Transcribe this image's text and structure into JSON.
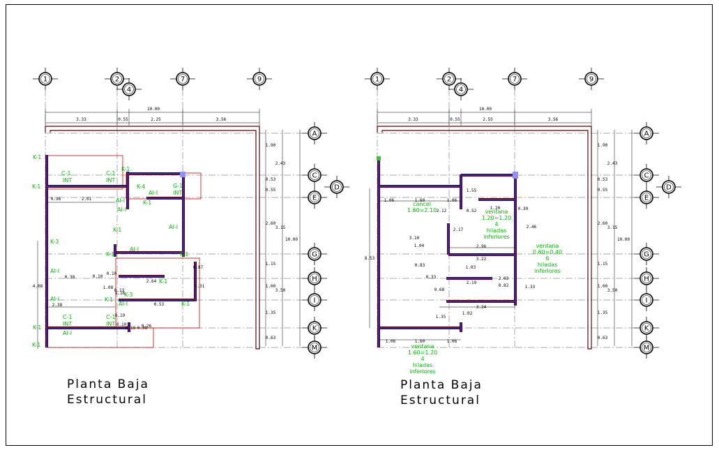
{
  "drawings": [
    {
      "title_line1": "Planta Baja",
      "title_line2": "Estructural",
      "grid_cols": [
        "1",
        "2",
        "4",
        "7",
        "9"
      ],
      "grid_rows": [
        "A",
        "C",
        "D",
        "E",
        "G",
        "H",
        "I",
        "K",
        "M"
      ],
      "overall_dim": "10.00",
      "top_dims": [
        "3.33",
        "0.55",
        "2.25",
        "3.56"
      ],
      "right_dims": [
        "1.90",
        "2.43",
        "0.53",
        "0.55",
        "2.60",
        "3.15",
        "10.00",
        "1.15",
        "1.00",
        "3.50",
        "1.35",
        "0.63"
      ],
      "left_dims": [
        "4.08",
        "2.38"
      ],
      "inner_dims": [
        "0.96",
        "2.01",
        "2.64",
        "0.53",
        "0.10",
        "0.19",
        "0.18",
        "0.38",
        "1.31",
        "0.87",
        "0.13",
        "1.08",
        "1.16",
        "0.10",
        "0.26",
        "0.30",
        "0.10"
      ],
      "labels": [
        "K-1",
        "K-1",
        "K-1",
        "K-1",
        "K-1",
        "K-1",
        "K-1",
        "K-1",
        "K-1",
        "K-1",
        "K-1",
        "K-3",
        "K-3",
        "C-1",
        "INT",
        "C-1",
        "INT",
        "C-1",
        "INT",
        "C-1",
        "INT",
        "G-1",
        "INT",
        "AI-I",
        "AI-I",
        "AI-I",
        "AI-I",
        "AI-I",
        "AI-I",
        "AI-I",
        "AI-I",
        "AI-I",
        "K-4",
        "K-1"
      ]
    },
    {
      "title_line1": "Planta Baja",
      "title_line2": "Estructural",
      "grid_cols": [
        "1",
        "2",
        "4",
        "7",
        "9"
      ],
      "grid_rows": [
        "A",
        "C",
        "D",
        "E",
        "G",
        "H",
        "I",
        "K",
        "M"
      ],
      "overall_dim": "10.00",
      "top_dims": [
        "3.33",
        "0.55",
        "2.55",
        "3.56"
      ],
      "right_dims": [
        "1.90",
        "2.43",
        "0.53",
        "0.55",
        "2.60",
        "3.15",
        "10.00",
        "1.15",
        "1.00",
        "3.50",
        "1.35",
        "0.63"
      ],
      "left_dims": [
        "8.53"
      ],
      "inner_dims": [
        "1.06",
        "1.60",
        "1.06",
        "1.55",
        "1.20",
        "0.39",
        "0.52",
        "2.12",
        "2.17",
        "2.46",
        "3.10",
        "1.04",
        "2.96",
        "3.22",
        "0.83",
        "1.03",
        "0.33",
        "0.68",
        "2.19",
        "2.03",
        "0.82",
        "1.33",
        "3.24",
        "1.02",
        "1.35",
        "1.06",
        "1.60",
        "1.06"
      ],
      "annotations": [
        {
          "lines": [
            "cancel",
            "1.60=2.10"
          ]
        },
        {
          "lines": [
            "ventana",
            "1.20=1.20",
            "4",
            "hiladas",
            "inferiores"
          ]
        },
        {
          "lines": [
            "ventana",
            "0.60=0.40",
            "6",
            "hiladas",
            "inferiores"
          ]
        },
        {
          "lines": [
            "ventana",
            "1.60=1.20",
            "4",
            "hiladas",
            "inferiores"
          ]
        }
      ]
    }
  ]
}
